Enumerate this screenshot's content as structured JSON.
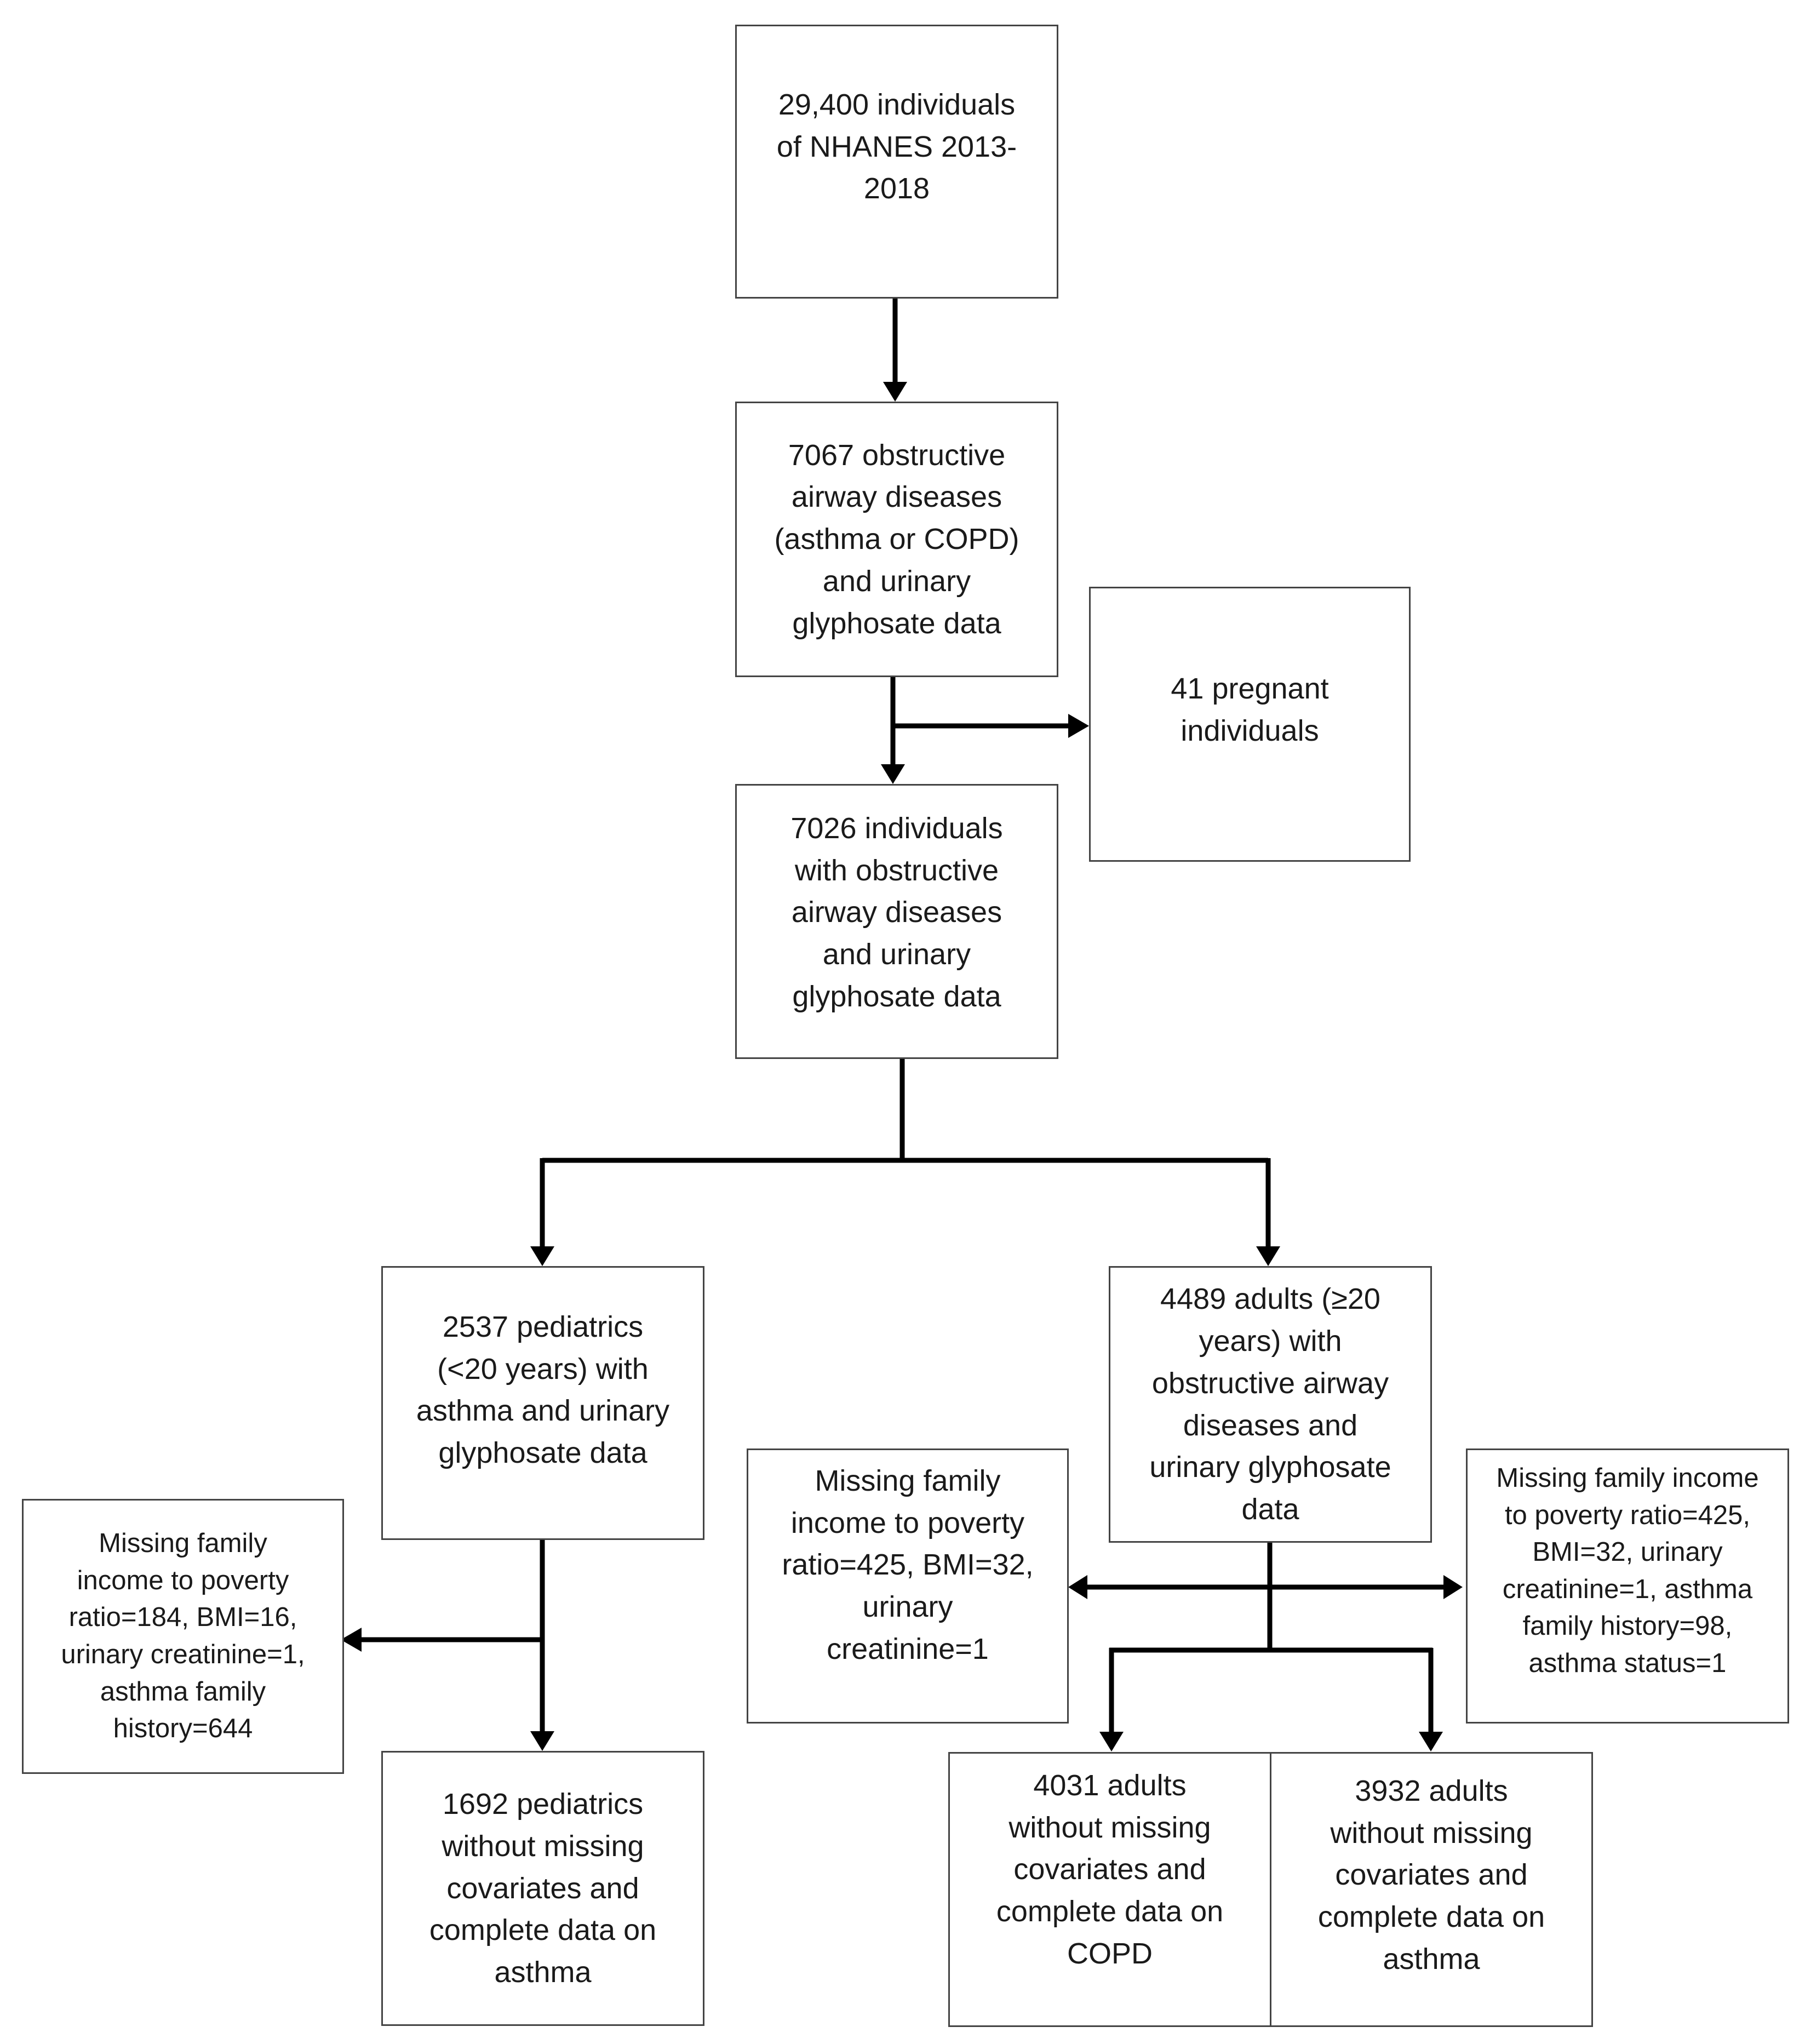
{
  "diagram": {
    "boxes": {
      "start": "29,400 individuals\nof NHANES 2013-\n2018",
      "obstructive": "7067 obstructive\nairway diseases\n(asthma or COPD)\nand urinary\nglyphosate data",
      "pregnant": "41 pregnant\nindividuals",
      "individuals_7026": "7026 individuals\nwith obstructive\nairway diseases\nand urinary\nglyphosate data",
      "pediatrics": "2537 pediatrics\n(<20 years) with\nasthma and urinary\nglyphosate data",
      "adults": "4489 adults (≥20\nyears) with\nobstructive airway\ndiseases and\nurinary glyphosate\ndata",
      "missing_pediatric": "Missing family\nincome to poverty\nratio=184, BMI=16,\nurinary creatinine=1,\nasthma family\nhistory=644",
      "missing_copd": "Missing family\nincome to poverty\nratio=425, BMI=32,\nurinary\ncreatinine=1",
      "missing_asthma_adult": "Missing family income\nto poverty ratio=425,\nBMI=32, urinary\ncreatinine=1, asthma\nfamily history=98,\nasthma status=1",
      "final_pediatrics": "1692 pediatrics\nwithout missing\ncovariates and\ncomplete data on\nasthma",
      "final_copd": "4031 adults\nwithout missing\ncovariates and\ncomplete data on\nCOPD",
      "final_asthma": "3932 adults\nwithout missing\ncovariates and\ncomplete data on\nasthma"
    }
  }
}
